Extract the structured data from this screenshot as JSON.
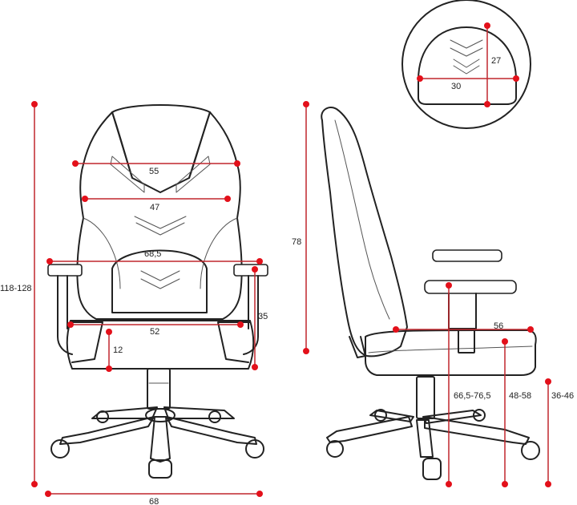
{
  "colors": {
    "dimension": "#c0272d",
    "dot": "#e3101a",
    "outline": "#222222"
  },
  "dimensions": {
    "total_height": "118-128",
    "base_width": "68",
    "headrest_width": "55",
    "backrest_width": "47",
    "lumbar_width": "68,5",
    "seat_width": "52",
    "seat_depth_front": "12",
    "armrest_height": "35",
    "backrest_height": "78",
    "seat_depth": "56",
    "arm_floor_height": "66,5-76,5",
    "seat_height": "48-58",
    "column_height": "36-46",
    "pillow_width": "30",
    "pillow_height": "27"
  }
}
